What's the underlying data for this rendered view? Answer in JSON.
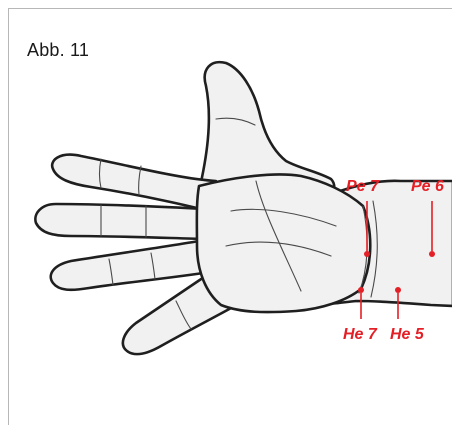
{
  "figure_label": "Abb. 11",
  "points": [
    {
      "id": "pe7",
      "label": "Pe 7"
    },
    {
      "id": "pe6",
      "label": "Pe 6"
    },
    {
      "id": "he7",
      "label": "He 7"
    },
    {
      "id": "he5",
      "label": "He 5"
    }
  ],
  "colors": {
    "marker": "#e41f26",
    "outline": "#1f1f1f",
    "skin": "#f1f1f1",
    "frame": "#b7b7b7"
  },
  "icons": [
    "hand-palm-illustration",
    "acupoint-marker"
  ]
}
